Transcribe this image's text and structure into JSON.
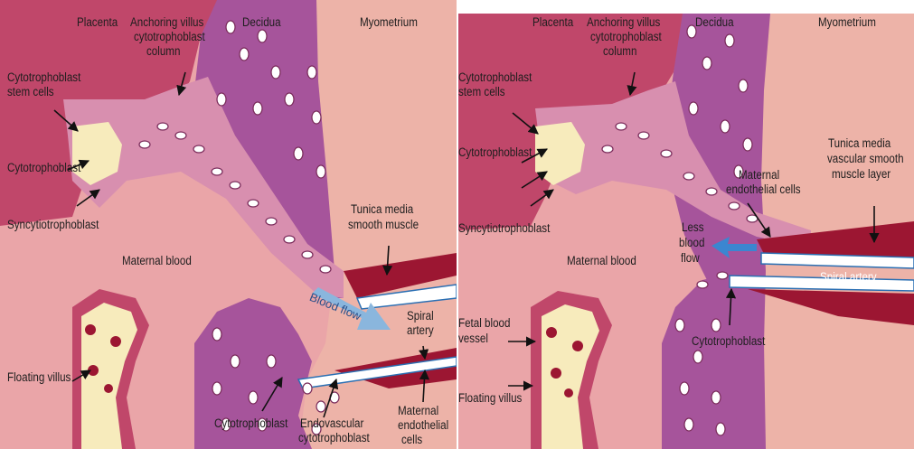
{
  "left_panel": {
    "labels": {
      "placenta": "Placenta",
      "anchoring_villus_1": "Anchoring villus",
      "anchoring_villus_2": "cytotrophoblast",
      "anchoring_villus_3": "column",
      "decidua": "Decidua",
      "myometrium": "Myometrium",
      "stem_cells_1": "Cytotrophoblast",
      "stem_cells_2": "stem cells",
      "cytotrophoblast": "Cytotrophoblast",
      "syncytiotrophoblast": "Syncytiotrophoblast",
      "maternal_blood": "Maternal blood",
      "tunica_1": "Tunica media",
      "tunica_2": "smooth muscle",
      "blood_flow": "Blood flow",
      "spiral_1": "Spiral",
      "spiral_2": "artery",
      "floating_villus": "Floating villus",
      "cytotrophoblast_bottom": "Cytotrophoblast",
      "endovascular_1": "Endovascular",
      "endovascular_2": "cytotrophoblast",
      "maternal_endo_1": "Maternal",
      "maternal_endo_2": "endothelial",
      "maternal_endo_3": "cells"
    }
  },
  "right_panel": {
    "labels": {
      "placenta": "Placenta",
      "anchoring_villus_1": "Anchoring villus",
      "anchoring_villus_2": "cytotrophoblast",
      "anchoring_villus_3": "column",
      "decidua": "Decidua",
      "myometrium": "Myometrium",
      "stem_cells_1": "Cytotrophoblast",
      "stem_cells_2": "stem cells",
      "cytotrophoblast": "Cytotrophoblast",
      "syncytiotrophoblast": "Syncytiotrophoblast",
      "maternal_blood": "Maternal blood",
      "tunica_1": "Tunica media",
      "tunica_2": "vascular smooth",
      "tunica_3": "muscle layer",
      "maternal_endo_1": "Maternal",
      "maternal_endo_2": "endothelial cells",
      "less_1": "Less",
      "less_2": "blood",
      "less_3": "flow",
      "spiral_artery": "Spiral artery",
      "fetal_1": "Fetal blood",
      "fetal_2": "vessel",
      "cytotrophoblast_bottom": "Cytotrophoblast",
      "floating_villus": "Floating villus"
    }
  },
  "colors": {
    "maternal_blood": "#eaa5a8",
    "myometrium": "#edb3a8",
    "decidua": "#a6549b",
    "syncytio": "#c0476a",
    "villus_core": "#f7ebbc",
    "artery_wall": "#9c1632",
    "flow_arrow": "#8ab6dd",
    "flow_arrow_right": "#3b86d0"
  }
}
